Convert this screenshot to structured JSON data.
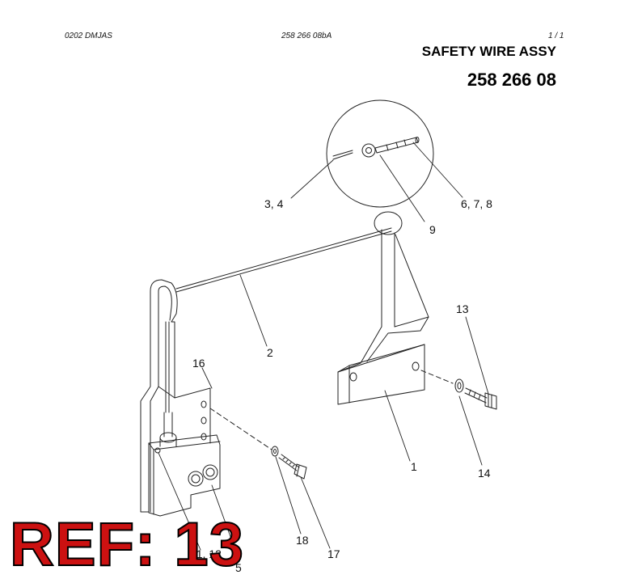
{
  "header": {
    "left_code": "0202 DMJAS",
    "center_code": "258 266 08bA",
    "page": "1 /   1"
  },
  "title": "SAFETY WIRE ASSY",
  "part_number": "258 266 08",
  "callouts": {
    "c1": "1",
    "c2": "2",
    "c3_4": "3, 4",
    "c5": "5",
    "c6_7_8": "6, 7, 8",
    "c9": "9",
    "c11_12": "11, 12",
    "c13": "13",
    "c14": "14",
    "c16": "16",
    "c17": "17",
    "c18": "18"
  },
  "ref_badge": "REF: 13",
  "colors": {
    "ref_badge_fill": "#cc1111",
    "line": "#222222"
  }
}
